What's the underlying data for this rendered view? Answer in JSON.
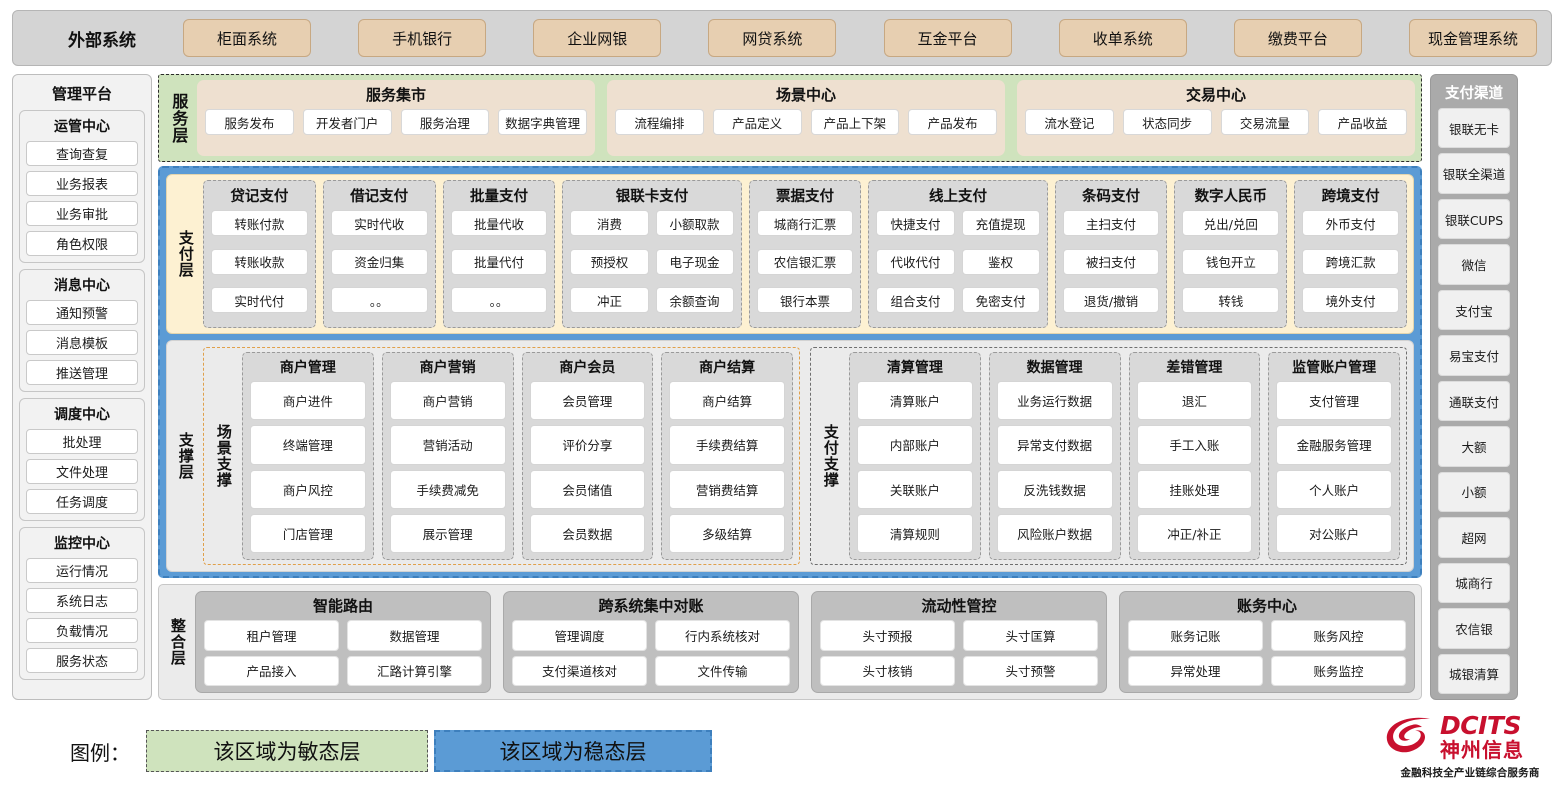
{
  "external_bar": {
    "title": "外部系统",
    "items": [
      "柜面系统",
      "手机银行",
      "企业网银",
      "网贷系统",
      "互金平台",
      "收单系统",
      "缴费平台",
      "现金管理系统"
    ]
  },
  "management_platform": {
    "title": "管理平台",
    "groups": [
      {
        "title": "运管中心",
        "items": [
          "查询查复",
          "业务报表",
          "业务审批",
          "角色权限"
        ]
      },
      {
        "title": "消息中心",
        "items": [
          "通知预警",
          "消息模板",
          "推送管理"
        ]
      },
      {
        "title": "调度中心",
        "items": [
          "批处理",
          "文件处理",
          "任务调度"
        ]
      },
      {
        "title": "监控中心",
        "items": [
          "运行情况",
          "系统日志",
          "负载情况",
          "服务状态"
        ]
      }
    ]
  },
  "service_layer": {
    "label": "服务层",
    "groups": [
      {
        "title": "服务集市",
        "items": [
          "服务发布",
          "开发者门户",
          "服务治理",
          "数据字典管理"
        ]
      },
      {
        "title": "场景中心",
        "items": [
          "流程编排",
          "产品定义",
          "产品上下架",
          "产品发布"
        ]
      },
      {
        "title": "交易中心",
        "items": [
          "流水登记",
          "状态同步",
          "交易流量",
          "产品收益"
        ]
      }
    ]
  },
  "payment_layer": {
    "label": "支付层",
    "columns": [
      {
        "title": "贷记支付",
        "cols": 1,
        "rows": [
          [
            "转账付款"
          ],
          [
            "转账收款"
          ],
          [
            "实时代付"
          ]
        ]
      },
      {
        "title": "借记支付",
        "cols": 1,
        "rows": [
          [
            "实时代收"
          ],
          [
            "资金归集"
          ],
          [
            "。。"
          ]
        ]
      },
      {
        "title": "批量支付",
        "cols": 1,
        "rows": [
          [
            "批量代收"
          ],
          [
            "批量代付"
          ],
          [
            "。。"
          ]
        ]
      },
      {
        "title": "银联卡支付",
        "cols": 2,
        "rows": [
          [
            "消费",
            "小额取款"
          ],
          [
            "预授权",
            "电子现金"
          ],
          [
            "冲正",
            "余额查询"
          ]
        ]
      },
      {
        "title": "票据支付",
        "cols": 1,
        "rows": [
          [
            "城商行汇票"
          ],
          [
            "农信银汇票"
          ],
          [
            "银行本票"
          ]
        ]
      },
      {
        "title": "线上支付",
        "cols": 2,
        "rows": [
          [
            "快捷支付",
            "充值提现"
          ],
          [
            "代收代付",
            "鉴权"
          ],
          [
            "组合支付",
            "免密支付"
          ]
        ]
      },
      {
        "title": "条码支付",
        "cols": 1,
        "rows": [
          [
            "主扫支付"
          ],
          [
            "被扫支付"
          ],
          [
            "退货/撤销"
          ]
        ]
      },
      {
        "title": "数字人民币",
        "cols": 1,
        "rows": [
          [
            "兑出/兑回"
          ],
          [
            "钱包开立"
          ],
          [
            "转钱"
          ]
        ]
      },
      {
        "title": "跨境支付",
        "cols": 1,
        "rows": [
          [
            "外币支付"
          ],
          [
            "跨境汇款"
          ],
          [
            "境外支付"
          ]
        ]
      }
    ]
  },
  "support_layer": {
    "label": "支撑层",
    "zones": [
      {
        "label": "场景支撑",
        "columns": [
          {
            "title": "商户管理",
            "items": [
              "商户进件",
              "终端管理",
              "商户风控",
              "门店管理"
            ]
          },
          {
            "title": "商户营销",
            "items": [
              "商户营销",
              "营销活动",
              "手续费减免",
              "展示管理"
            ]
          },
          {
            "title": "商户会员",
            "items": [
              "会员管理",
              "评价分享",
              "会员储值",
              "会员数据"
            ]
          },
          {
            "title": "商户结算",
            "items": [
              "商户结算",
              "手续费结算",
              "营销费结算",
              "多级结算"
            ]
          }
        ]
      },
      {
        "label": "支付支撑",
        "columns": [
          {
            "title": "清算管理",
            "items": [
              "清算账户",
              "内部账户",
              "关联账户",
              "清算规则"
            ]
          },
          {
            "title": "数据管理",
            "items": [
              "业务运行数据",
              "异常支付数据",
              "反洗钱数据",
              "风险账户数据"
            ]
          },
          {
            "title": "差错管理",
            "items": [
              "退汇",
              "手工入账",
              "挂账处理",
              "冲正/补正"
            ]
          },
          {
            "title": "监管账户管理",
            "items": [
              "支付管理",
              "金融服务管理",
              "个人账户",
              "对公账户"
            ]
          }
        ]
      }
    ]
  },
  "integration_layer": {
    "label": "整合层",
    "groups": [
      {
        "title": "智能路由",
        "rows": [
          [
            "租户管理",
            "数据管理"
          ],
          [
            "产品接入",
            "汇路计算引擎"
          ]
        ]
      },
      {
        "title": "跨系统集中对账",
        "rows": [
          [
            "管理调度",
            "行内系统核对"
          ],
          [
            "支付渠道核对",
            "文件传输"
          ]
        ]
      },
      {
        "title": "流动性管控",
        "rows": [
          [
            "头寸预报",
            "头寸匡算"
          ],
          [
            "头寸核销",
            "头寸预警"
          ]
        ]
      },
      {
        "title": "账务中心",
        "rows": [
          [
            "账务记账",
            "账务风控"
          ],
          [
            "异常处理",
            "账务监控"
          ]
        ]
      }
    ]
  },
  "payment_channels": {
    "title": "支付渠道",
    "items": [
      "银联无卡",
      "银联全渠道",
      "银联CUPS",
      "微信",
      "支付宝",
      "易宝支付",
      "通联支付",
      "大额",
      "小额",
      "超网",
      "城商行",
      "农信银",
      "城银清算"
    ]
  },
  "legend": {
    "label": "图例：",
    "agile_text": "该区域为敏态层",
    "stable_text": "该区域为稳态层",
    "agile_color": "#cfe3bd",
    "stable_color": "#5b9bd5"
  },
  "logo": {
    "brand_en": "DCITS",
    "brand_cn": "神州信息",
    "tagline": "金融科技全产业链综合服务商",
    "brand_color": "#c8102e"
  }
}
